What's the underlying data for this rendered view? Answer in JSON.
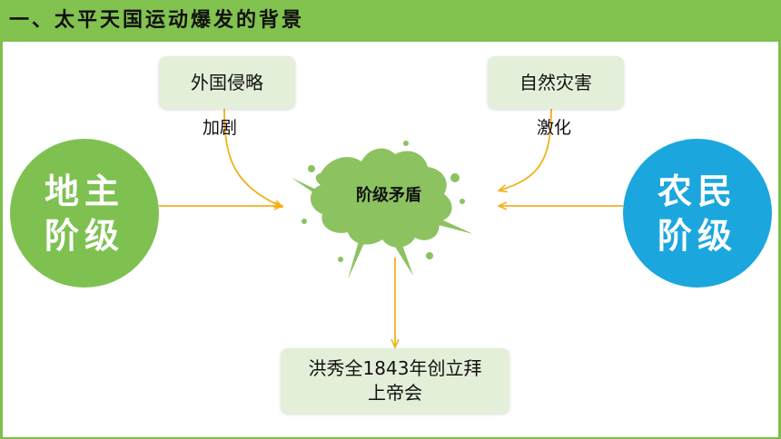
{
  "title": "一、太平天国运动爆发的背景",
  "colors": {
    "title_bar": "#82c24f",
    "box_fill": "#e4efd9",
    "arrow": "#f2b11b",
    "splash": "#8cc260",
    "landlord_circle": "#7fc151",
    "peasant_circle": "#1ba7dd"
  },
  "diagram": {
    "foreign_aggression": "外国侵略",
    "aggravate_label": "加剧",
    "natural_disaster": "自然灾害",
    "intensify_label": "激化",
    "landlord_class": "地主阶级",
    "peasant_class": "农民阶级",
    "center": "阶级矛盾",
    "result": "洪秀全1843年创立拜上帝会"
  }
}
